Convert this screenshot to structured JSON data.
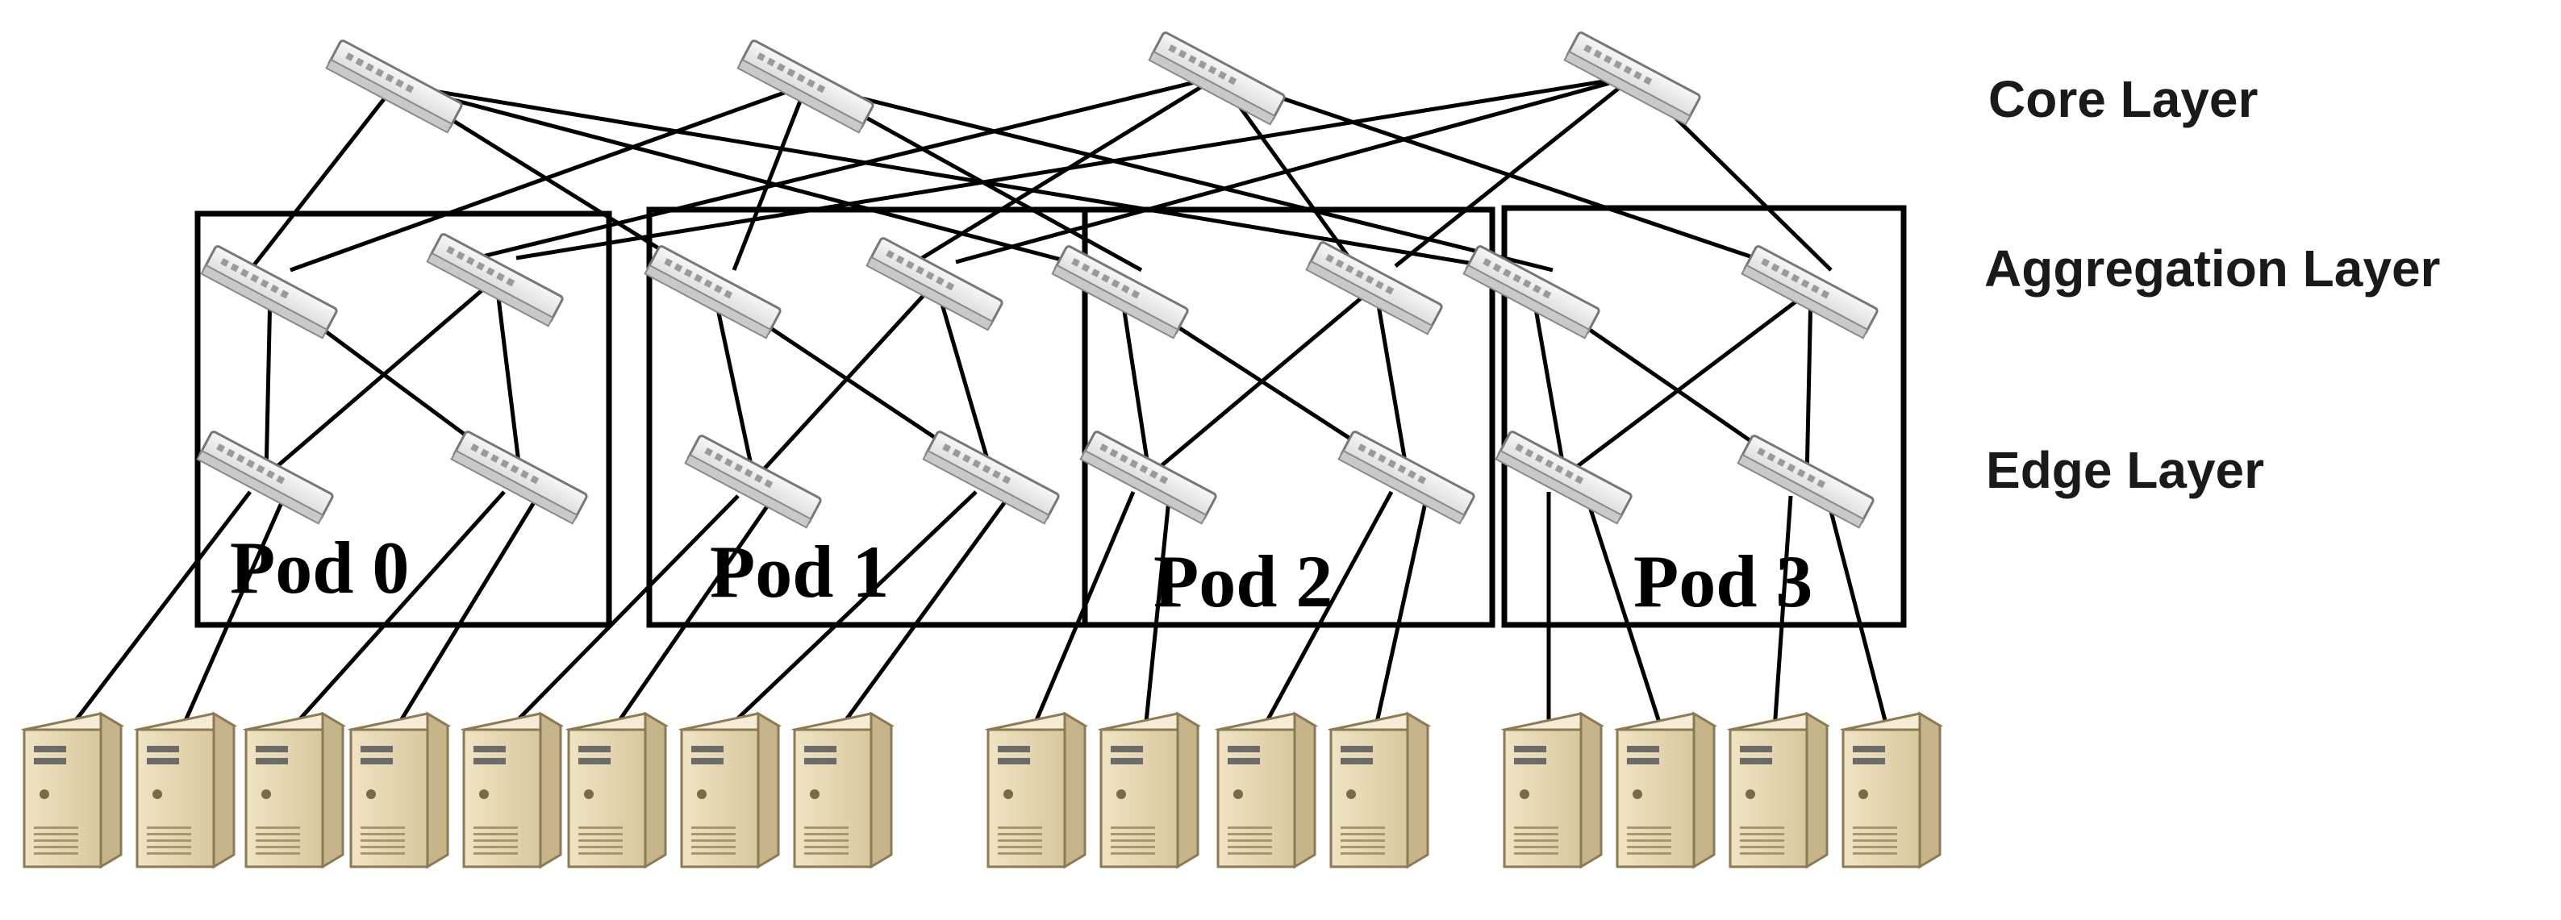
{
  "layers": {
    "core": "Core Layer",
    "aggregation": "Aggregation Layer",
    "edge": "Edge Layer"
  },
  "pods": [
    {
      "label": "Pod 0"
    },
    {
      "label": "Pod 1"
    },
    {
      "label": "Pod 2"
    },
    {
      "label": "Pod 3"
    }
  ],
  "colors": {
    "switch_body": "#e6e6e6",
    "switch_side": "#c9c9c9",
    "server_front": "#e9dcb8",
    "server_side": "#c8b489",
    "line": "#000000"
  }
}
